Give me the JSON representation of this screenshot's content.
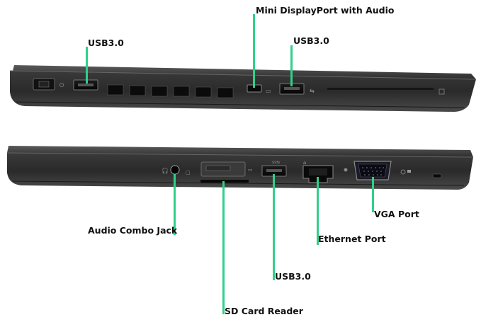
{
  "labels": {
    "usb_top_left": "USB3.0",
    "mini_displayport": "Mini DisplayPort with Audio",
    "usb_top_right": "USB3.0",
    "audio_jack": "Audio Combo Jack",
    "sd_card": "SD Card Reader",
    "usb_bottom": "USB3.0",
    "ethernet": "Ethernet Port",
    "vga": "VGA Port"
  },
  "colors": {
    "callout_line": "#2fd08a",
    "chassis_dark": "#2b2b2b",
    "chassis_mid": "#3d3d3d",
    "chassis_light": "#555555",
    "port_black": "#0e0e0e"
  }
}
